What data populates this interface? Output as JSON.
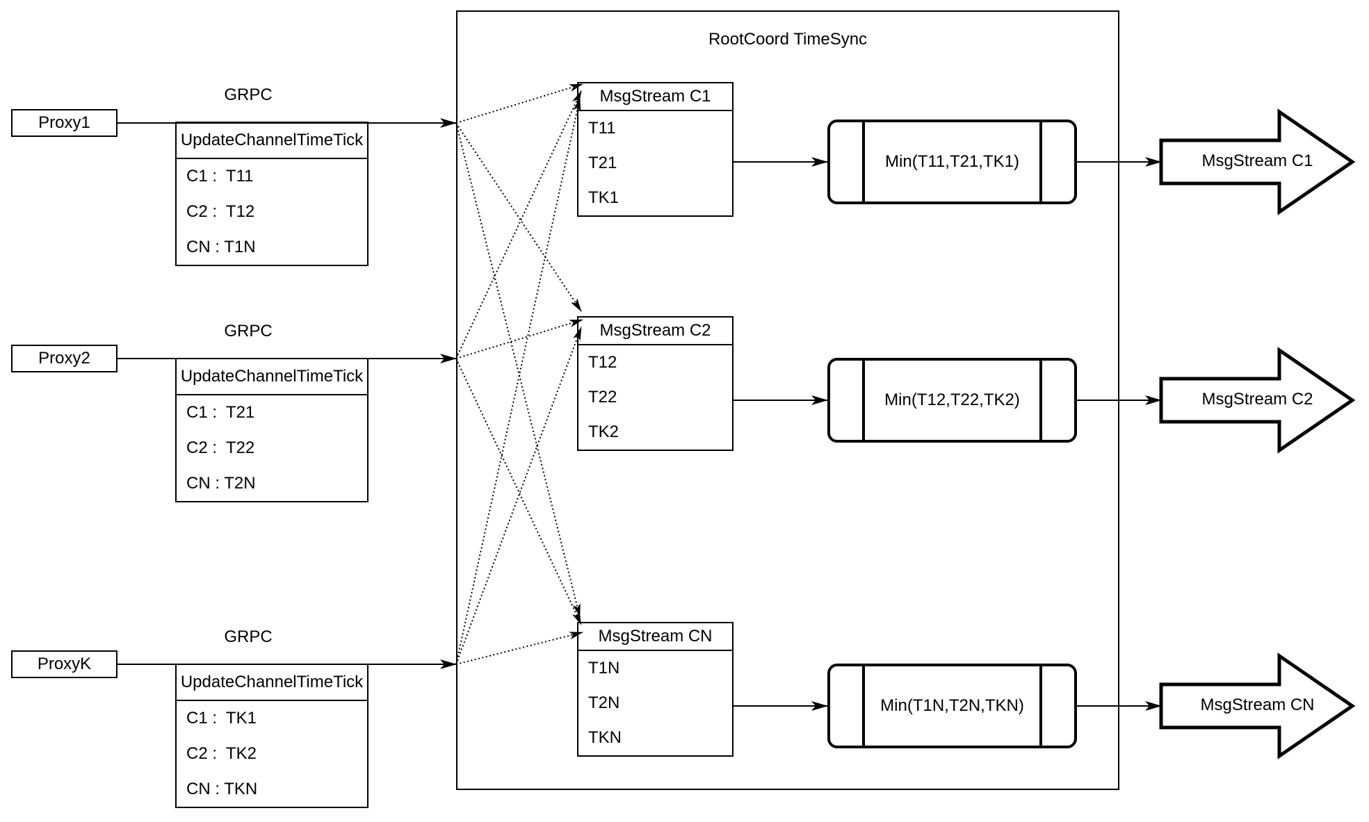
{
  "title": "RootCoord TimeSync",
  "colors": {
    "stroke": "#000000",
    "background": "#ffffff"
  },
  "rows": [
    {
      "proxy": "Proxy1",
      "grpc": "GRPC",
      "update_header": "UpdateChannelTimeTick",
      "update_rows": [
        "C1 :  T11",
        "C2 :  T12",
        "CN : T1N"
      ],
      "stream_header": "MsgStream C1",
      "stream_rows": [
        "T11",
        "T21",
        "TK1"
      ],
      "min": "Min(T11,T21,TK1)",
      "out": "MsgStream C1"
    },
    {
      "proxy": "Proxy2",
      "grpc": "GRPC",
      "update_header": "UpdateChannelTimeTick",
      "update_rows": [
        "C1 :  T21",
        "C2 :  T22",
        "CN : T2N"
      ],
      "stream_header": "MsgStream C2",
      "stream_rows": [
        "T12",
        "T22",
        "TK2"
      ],
      "min": "Min(T12,T22,TK2)",
      "out": "MsgStream C2"
    },
    {
      "proxy": "ProxyK",
      "grpc": "GRPC",
      "update_header": "UpdateChannelTimeTick",
      "update_rows": [
        "C1 :  TK1",
        "C2 :  TK2",
        "CN : TKN"
      ],
      "stream_header": "MsgStream CN",
      "stream_rows": [
        "T1N",
        "T2N",
        "TKN"
      ],
      "min": "Min(T1N,T2N,TKN)",
      "out": "MsgStream CN"
    }
  ]
}
